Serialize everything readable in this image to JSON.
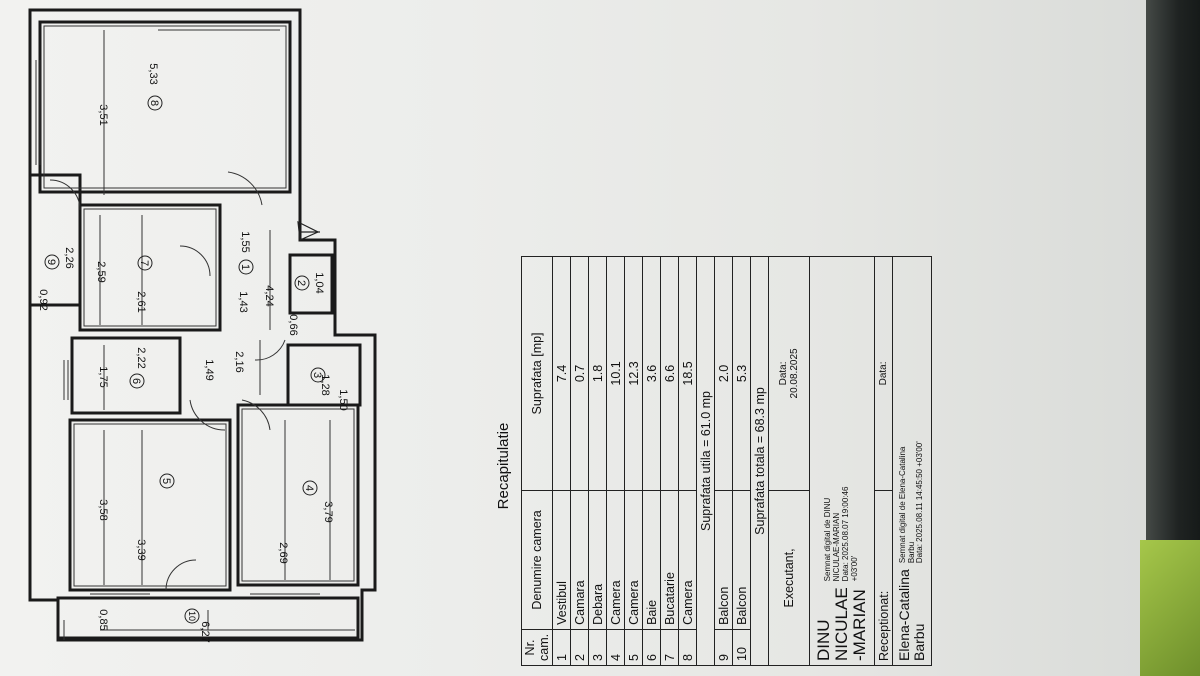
{
  "plan_labels": {
    "rooms": [
      "1",
      "2",
      "3",
      "4",
      "5",
      "6",
      "7",
      "8",
      "9",
      "10"
    ],
    "dims": [
      "5,33",
      "3,51",
      "0,92",
      "2,26",
      "2,59",
      "2,61",
      "1,55",
      "4,24",
      "1,43",
      "1,04",
      "0,66",
      "2,22",
      "1,75",
      "1,49",
      "2,16",
      "1,28",
      "1,50",
      "3,58",
      "3,39",
      "3,79",
      "2,69",
      "0,85",
      "6,27"
    ]
  },
  "recap": {
    "title": "Recapitulatie",
    "col_nr": "Nr. cam.",
    "col_name": "Denumire camera",
    "col_area": "Suprafata [mp]",
    "rows": [
      {
        "nr": "1",
        "name": "Vestibul",
        "area": "7.4"
      },
      {
        "nr": "2",
        "name": "Camara",
        "area": "0.7"
      },
      {
        "nr": "3",
        "name": "Debara",
        "area": "1.8"
      },
      {
        "nr": "4",
        "name": "Camera",
        "area": "10.1"
      },
      {
        "nr": "5",
        "name": "Camera",
        "area": "12.3"
      },
      {
        "nr": "6",
        "name": "Baie",
        "area": "3.6"
      },
      {
        "nr": "7",
        "name": "Bucatarie",
        "area": "6.6"
      },
      {
        "nr": "8",
        "name": "Camera",
        "area": "18.5"
      }
    ],
    "useful_total": "Suprafata utila = 61.0 mp",
    "balcony_rows": [
      {
        "nr": "9",
        "name": "Balcon",
        "area": "2.0"
      },
      {
        "nr": "10",
        "name": "Balcon",
        "area": "5.3"
      }
    ],
    "grand_total": "Suprafata totala = 68.3 mp",
    "executant_label": "Executant,",
    "data_label": "Data:",
    "exec_date": "20.08.2025",
    "exec_name_1": "DINU",
    "exec_name_2": "NICULAE",
    "exec_name_3": "-MARIAN",
    "exec_sig_1": "Semnat digital de DINU NICULAE-MARIAN",
    "exec_sig_2": "Data: 2025.08.07 19:00:46 +03'00'",
    "receptionat_label": "Receptionat:",
    "rec_data_label": "Data:",
    "rec_name_1": "Elena-Catalina",
    "rec_name_2": "Barbu",
    "rec_sig_1": "Semnat digital de Elena-Catalina Barbu",
    "rec_sig_2": "Data: 2025.08.11 14:45:50 +03'00'"
  }
}
